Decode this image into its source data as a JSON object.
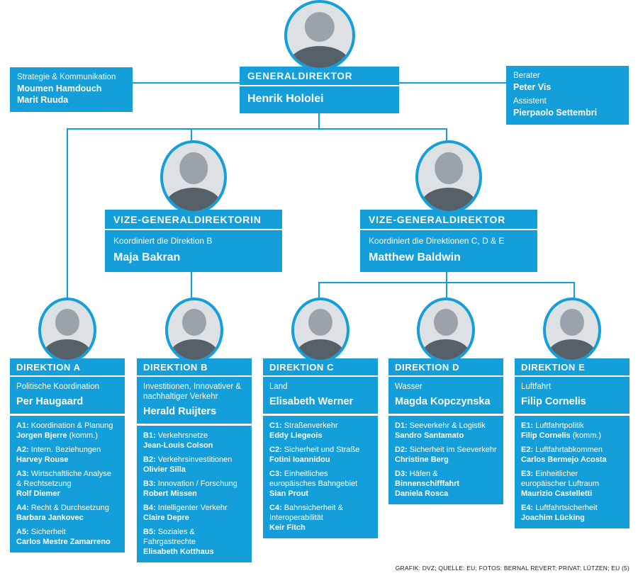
{
  "accent_color": "#149fda",
  "top": {
    "title": "GENERALDIREKTOR",
    "name": "Henrik Hololei"
  },
  "staff_left": {
    "role": "Strategie & Kommunikation",
    "name1": "Moumen Hamdouch",
    "name2": "Marit Ruuda"
  },
  "staff_right": {
    "role1": "Berater",
    "name1": "Peter Vis",
    "role2": "Assistent",
    "name2": "Pierpaolo Settembri"
  },
  "deputies": [
    {
      "title": "VIZE-GENERALDIREKTORIN",
      "subtitle": "Koordiniert die Direktion B",
      "name": "Maja Bakran"
    },
    {
      "title": "VIZE-GENERALDIREKTOR",
      "subtitle": "Koordiniert die Direktionen  C, D & E",
      "name": "Matthew Baldwin"
    }
  ],
  "directorates": [
    {
      "title": "DIREKTION A",
      "field": "Politische Koordination",
      "director": "Per Haugaard",
      "units": [
        {
          "code": "A1:",
          "label": "Koordination & Planung",
          "name": "Jorgen Bjerre",
          "suffix": " (komm.)"
        },
        {
          "code": "A2:",
          "label": "Intern. Beziehungen",
          "name": "Harvey Rouse"
        },
        {
          "code": "A3:",
          "label": "Wirtschaftliche Analyse & Rechtsetzung",
          "name": "Rolf Diemer"
        },
        {
          "code": "A4:",
          "label": "Recht & Durchsetzung",
          "name": "Barbara Jankovec"
        },
        {
          "code": "A5:",
          "label": "Sicherheit",
          "name": "Carlos Mestre Zamarreno"
        }
      ]
    },
    {
      "title": "DIREKTION B",
      "field": "Investitionen, Innovativer & nachhaltiger Verkehr",
      "director": "Herald Ruijters",
      "units": [
        {
          "code": "B1:",
          "label": "Verkehrsnetze",
          "name": "Jean-Louis Colson"
        },
        {
          "code": "B2:",
          "label": "Verkehrsinvestitionen",
          "name": "Olivier Silla"
        },
        {
          "code": "B3:",
          "label": "Innovation / Forschung",
          "name": "Robert Missen"
        },
        {
          "code": "B4:",
          "label": "Intelligenter Verkehr",
          "name": "Claire Depre"
        },
        {
          "code": "B5:",
          "label": "Soziales & Fahrgastrechte",
          "name": "Elisabeth Kotthaus"
        }
      ]
    },
    {
      "title": "DIREKTION C",
      "field": "Land",
      "director": "Elisabeth Werner",
      "units": [
        {
          "code": "C1:",
          "label": "Straßenverkehr",
          "name": "Eddy Liegeois"
        },
        {
          "code": "C2:",
          "label": "Sicherheit und Straße",
          "name": "Fotini Ioannidou"
        },
        {
          "code": "C3:",
          "label": "Einheitliches europäisches Bahngebiet",
          "name": "Sian Prout"
        },
        {
          "code": "C4:",
          "label": "Bahnsicherheit & Interoperabilität",
          "name": "Keir Fitch"
        }
      ]
    },
    {
      "title": "DIREKTION D",
      "field": "Wasser",
      "director": "Magda Kopczynska",
      "units": [
        {
          "code": "D1:",
          "label": "Seeverkehr & Logistik",
          "name": "Sandro Santamato"
        },
        {
          "code": "D2:",
          "label": "Sicherheit im Seeverkehr",
          "name": "Christine Berg"
        },
        {
          "code": "D3:",
          "label": "Häfen &",
          "label_bold": "Binnenschifffahrt",
          "name": "Daniela Rosca"
        }
      ]
    },
    {
      "title": "DIREKTION E",
      "field": "Luftfahrt",
      "director": "Filip Cornelis",
      "units": [
        {
          "code": "E1:",
          "label": "Luftfahrtpolitik",
          "name": "Filip Cornelis",
          "suffix": " (komm.)"
        },
        {
          "code": "E2:",
          "label": "Luftfahrtabkommen",
          "name": "Carlos Bermejo Acosta"
        },
        {
          "code": "E3:",
          "label": "Einheitlicher europäischer Luftraum",
          "name": "Maurizio Castelletti"
        },
        {
          "code": "E4:",
          "label": "Luftfahrtsicherheit",
          "name": "Joachim Lücking"
        }
      ]
    }
  ],
  "credit": "GRAFIK: DVZ; QUELLE: EU; FOTOS: BERNAL REVERT; PRIVAT; LÜTZEN; EU (5)"
}
